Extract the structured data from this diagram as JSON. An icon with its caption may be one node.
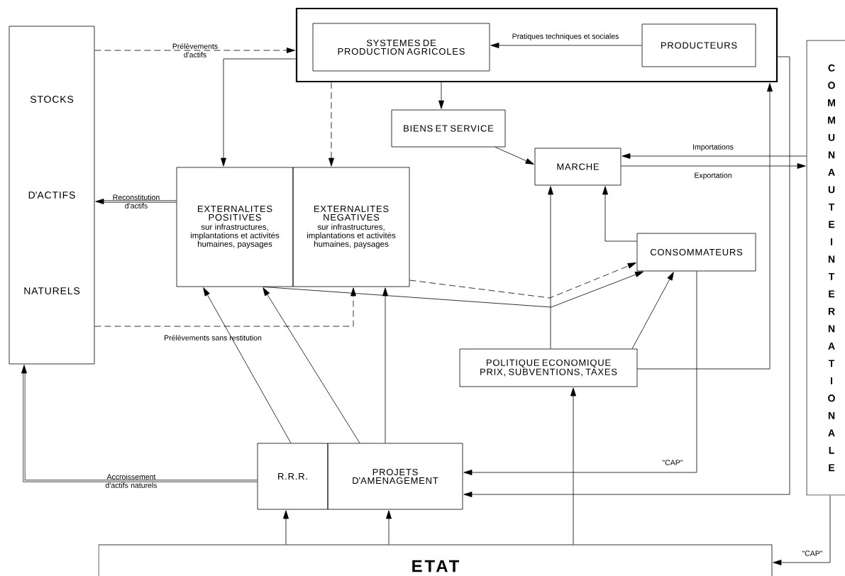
{
  "diagram": {
    "nodes": [
      {
        "text": [],
        "shape": "box"
      },
      {
        "text": [
          "SYSTEMES DE PRODUCTION AGRICOLES"
        ],
        "in": 0
      },
      {
        "text": [
          "PRODUCTEURS"
        ],
        "in": 0
      },
      {
        "text": [
          "STOCKS",
          "D'ACTIFS",
          "NATURELS"
        ]
      },
      {
        "text": [
          "BIENS ET SERVICE"
        ]
      },
      {
        "text": [
          "MARCHE"
        ]
      },
      {
        "text": [
          "EXTERNALITES POSITIVES",
          "sur infrastructures, implantations et activités humaines, paysages"
        ]
      },
      {
        "text": [
          "EXTERNALITES NEGATIVES",
          "sur infrastructures, implantations et activités humaines, paysages"
        ]
      },
      {
        "text": [
          "CONSOMMATEURS"
        ]
      },
      {
        "text": [
          "COMMUNAUTE INTERNATIONALE"
        ]
      },
      {
        "text": [
          "POLITIQUE ECONOMIQUE",
          "PRIX, SUBVENTIONS, TAXES"
        ]
      },
      {
        "text": [
          "R.R.R."
        ]
      },
      {
        "text": [
          "PROJETS D'AMENAGEMENT"
        ]
      },
      {
        "text": [
          "ETAT"
        ]
      }
    ],
    "edges": [
      {
        "from": 3,
        "to": 0,
        "arrow": "to",
        "style": "dashed",
        "label": "Prélèvements d'actifs"
      },
      {
        "from": 0,
        "to": 6,
        "arrow": "to"
      },
      {
        "from": 0,
        "to": 7,
        "arrow": "to",
        "style": "dashed"
      },
      {
        "from": 2,
        "to": 1,
        "arrow": "to",
        "label": "Pratiques techniques et sociales"
      },
      {
        "from": 0,
        "to": 4,
        "arrow": "to"
      },
      {
        "from": 4,
        "to": 5,
        "arrow": "to"
      },
      {
        "from": 9,
        "to": 5,
        "arrow": "to",
        "label": "Importations"
      },
      {
        "from": 5,
        "to": 9,
        "arrow": "to",
        "label": "Exportation"
      },
      {
        "from": 6,
        "to": 3,
        "arrow": "to",
        "style": "thick",
        "label": "Reconstitution d'actifs"
      },
      {
        "from": 3,
        "to": 7,
        "arrow": "to",
        "style": "dashed",
        "label": "Prélèvements sans restitution"
      },
      {
        "from": 11,
        "to": 3,
        "arrow": "to",
        "style": "thick",
        "label": "Accroissement d'actifs naturels"
      },
      {
        "from": 11,
        "to": 6,
        "arrow": "to"
      },
      {
        "from": 12,
        "to": 6,
        "arrow": "to"
      },
      {
        "from": 12,
        "to": 7,
        "arrow": "to"
      },
      {
        "from": 6,
        "to": 8,
        "arrow": "to"
      },
      {
        "from": 7,
        "to": 8,
        "arrow": "to",
        "style": "dashed"
      },
      {
        "from": 10,
        "to": 5,
        "arrow": "to"
      },
      {
        "from": 8,
        "to": 5,
        "arrow": "to"
      },
      {
        "from": 10,
        "to": 8,
        "arrow": "to"
      },
      {
        "from": 10,
        "to": 0,
        "arrow": "to"
      },
      {
        "from": 8,
        "to": 12,
        "arrow": "to",
        "label": "\"CAP\""
      },
      {
        "from": 0,
        "to": 12,
        "arrow": "to"
      },
      {
        "from": 13,
        "to": 11,
        "arrow": "to"
      },
      {
        "from": 13,
        "to": 12,
        "arrow": "to"
      },
      {
        "from": 13,
        "to": 10,
        "arrow": "to"
      },
      {
        "from": 9,
        "to": 13,
        "arrow": "to",
        "label": "\"CAP\""
      }
    ]
  }
}
